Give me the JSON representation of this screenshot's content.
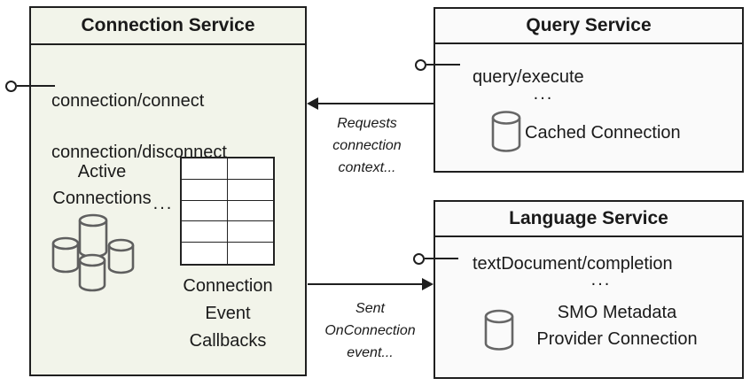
{
  "colors": {
    "connection_box_fill": "#f2f4ea",
    "service_box_fill": "#fafafa",
    "line_color": "#1f1f1f",
    "cylinder_stroke": "#5f5f5f"
  },
  "connection_service": {
    "title": "Connection Service",
    "method_1": "connection/connect",
    "method_2": "connection/disconnect",
    "ellipsis": "...",
    "active_connections_label": "Active\nConnections",
    "callbacks_label": "Connection\nEvent\nCallbacks",
    "callback_table": {
      "rows": 5,
      "cols": 2
    }
  },
  "query_service": {
    "title": "Query Service",
    "method_1": "query/execute",
    "ellipsis": "...",
    "connection_label": "Cached Connection"
  },
  "language_service": {
    "title": "Language Service",
    "method_1": "textDocument/completion",
    "ellipsis": "...",
    "connection_label": "SMO Metadata\nProvider Connection"
  },
  "arrows": {
    "requests_label": "Requests\nconnection\ncontext...",
    "sent_label": "Sent\nOnConnection\nevent..."
  }
}
